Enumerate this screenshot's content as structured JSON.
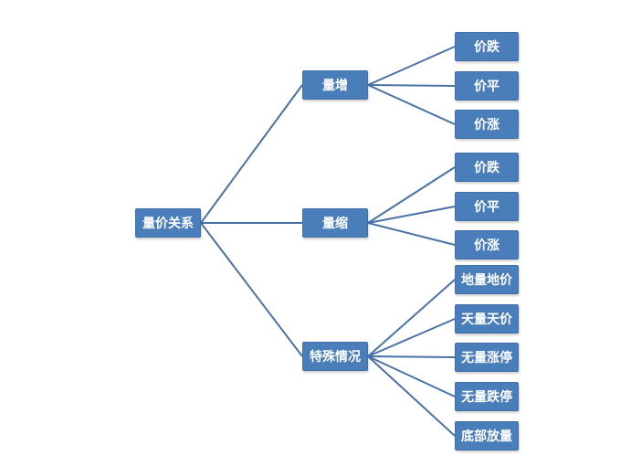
{
  "root": {
    "label": "量价关系"
  },
  "branches": [
    {
      "label": "量增",
      "children": [
        "价跌",
        "价平",
        "价涨"
      ]
    },
    {
      "label": "量缩",
      "children": [
        "价跌",
        "价平",
        "价涨"
      ]
    },
    {
      "label": "特殊情况",
      "children": [
        "地量地价",
        "天量天价",
        "无量涨停",
        "无量跌停",
        "底部放量"
      ]
    }
  ],
  "colors": {
    "node_fill": "#4a7ebb",
    "edge": "#4a72a8",
    "text": "#ffffff"
  }
}
